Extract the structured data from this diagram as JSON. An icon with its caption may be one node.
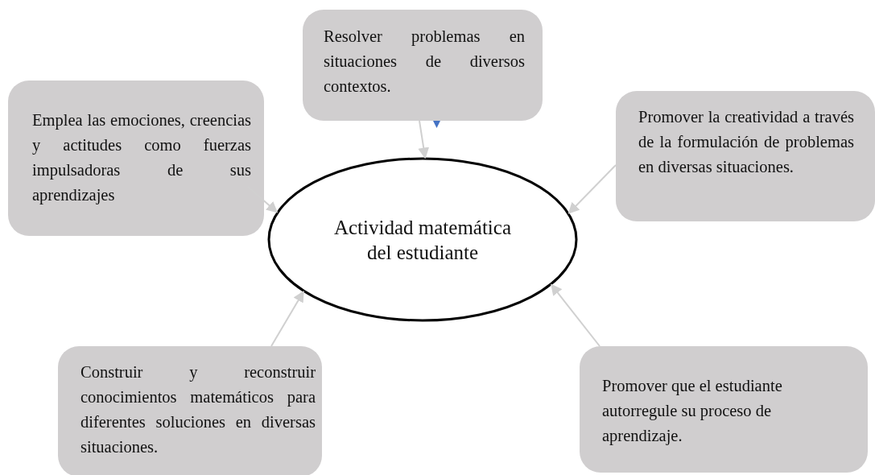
{
  "diagram": {
    "nodes": [
      {
        "text": [
          "Resolver problemas en situaciones de diversos contextos."
        ]
      },
      {
        "text": [
          "Emplea las emociones, creencias y actitudes como fuerzas impulsadoras de sus aprendizajes"
        ]
      },
      {
        "text": [
          "Promover la creatividad a través de la formulación de problemas en diversas situaciones."
        ]
      },
      {
        "text": [
          "Actividad matemática del estudiante"
        ]
      },
      {
        "text": [
          "Construir y reconstruir conocimientos matemáticos para diferentes soluciones en diversas situaciones."
        ]
      },
      {
        "text": [
          "Promover que el estudiante autorregule su proceso de aprendizaje."
        ]
      }
    ],
    "edges": [
      {
        "from": 0,
        "to": 3,
        "arrow": "to"
      },
      {
        "from": 1,
        "to": 3,
        "arrow": "to"
      },
      {
        "from": 2,
        "to": 3,
        "arrow": "to"
      },
      {
        "from": 4,
        "to": 3,
        "arrow": "to"
      },
      {
        "from": 5,
        "to": 3,
        "arrow": "to"
      }
    ]
  }
}
